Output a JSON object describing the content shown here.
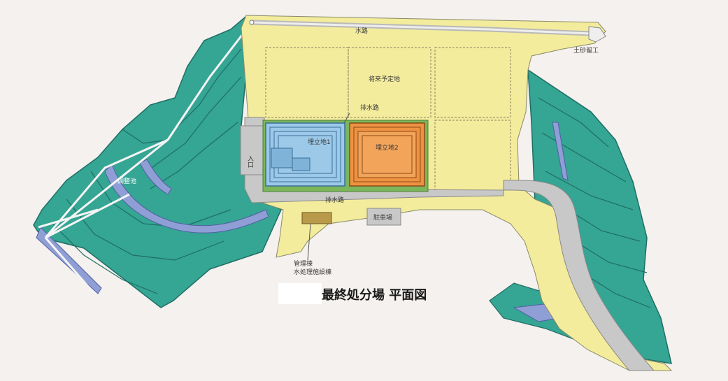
{
  "labels": {
    "waterway": "水路",
    "earth_dam": "土砂留工",
    "future_site": "将来予定地",
    "drainage_top": "排水路",
    "landfill_1": "埋立地1",
    "landfill_2": "埋立地2",
    "entrance": "入口",
    "drainage_bottom": "排水路",
    "parking": "駐車場",
    "pond": "調整池",
    "management": "管理棟",
    "treatment": "水処理施設棟",
    "title": "最終処分場 平面図"
  },
  "colors": {
    "background": "#f4f1ee",
    "site": "#f3ec9c",
    "slope": "#35a594",
    "slope_dark": "#1f6e64",
    "water": "#8f9fd6",
    "road": "#c8c8c8",
    "landfill_1": "#9cc9e8",
    "landfill_2": "#ee9242",
    "green_border": "#7bb65b",
    "building": "#b89a4a"
  }
}
